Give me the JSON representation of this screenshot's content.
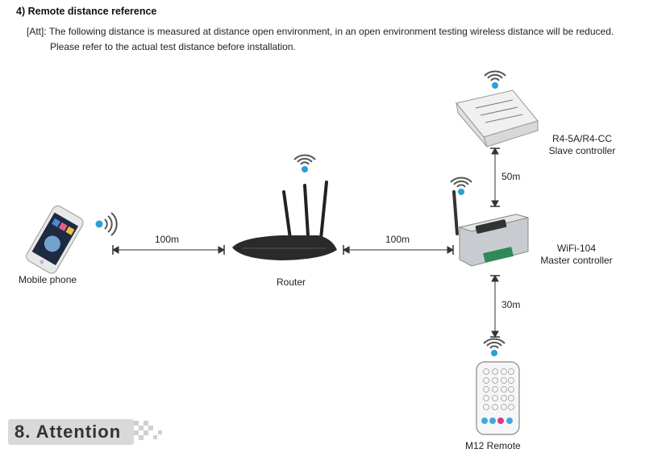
{
  "section": {
    "title": "4) Remote distance reference"
  },
  "note": {
    "prefix": "[Att]:",
    "line1": "The following distance is measured at distance open environment, in an open environment testing wireless distance will be reduced.",
    "line2": "Please refer to the actual test distance before installation."
  },
  "devices": {
    "phone": "Mobile phone",
    "router": "Router",
    "master_line1": "WiFi-104",
    "master_line2": "Master controller",
    "slave_line1": "R4-5A/R4-CC",
    "slave_line2": "Slave controller",
    "remote": "M12 Remote"
  },
  "distances": {
    "phone_router": "100m",
    "router_master": "100m",
    "master_slave": "50m",
    "master_remote": "30m"
  },
  "footer": {
    "heading": "8.  Attention"
  },
  "colors": {
    "accent_blue": "#2a9fd8",
    "device_dark": "#2a2a2a",
    "line": "#333333"
  }
}
